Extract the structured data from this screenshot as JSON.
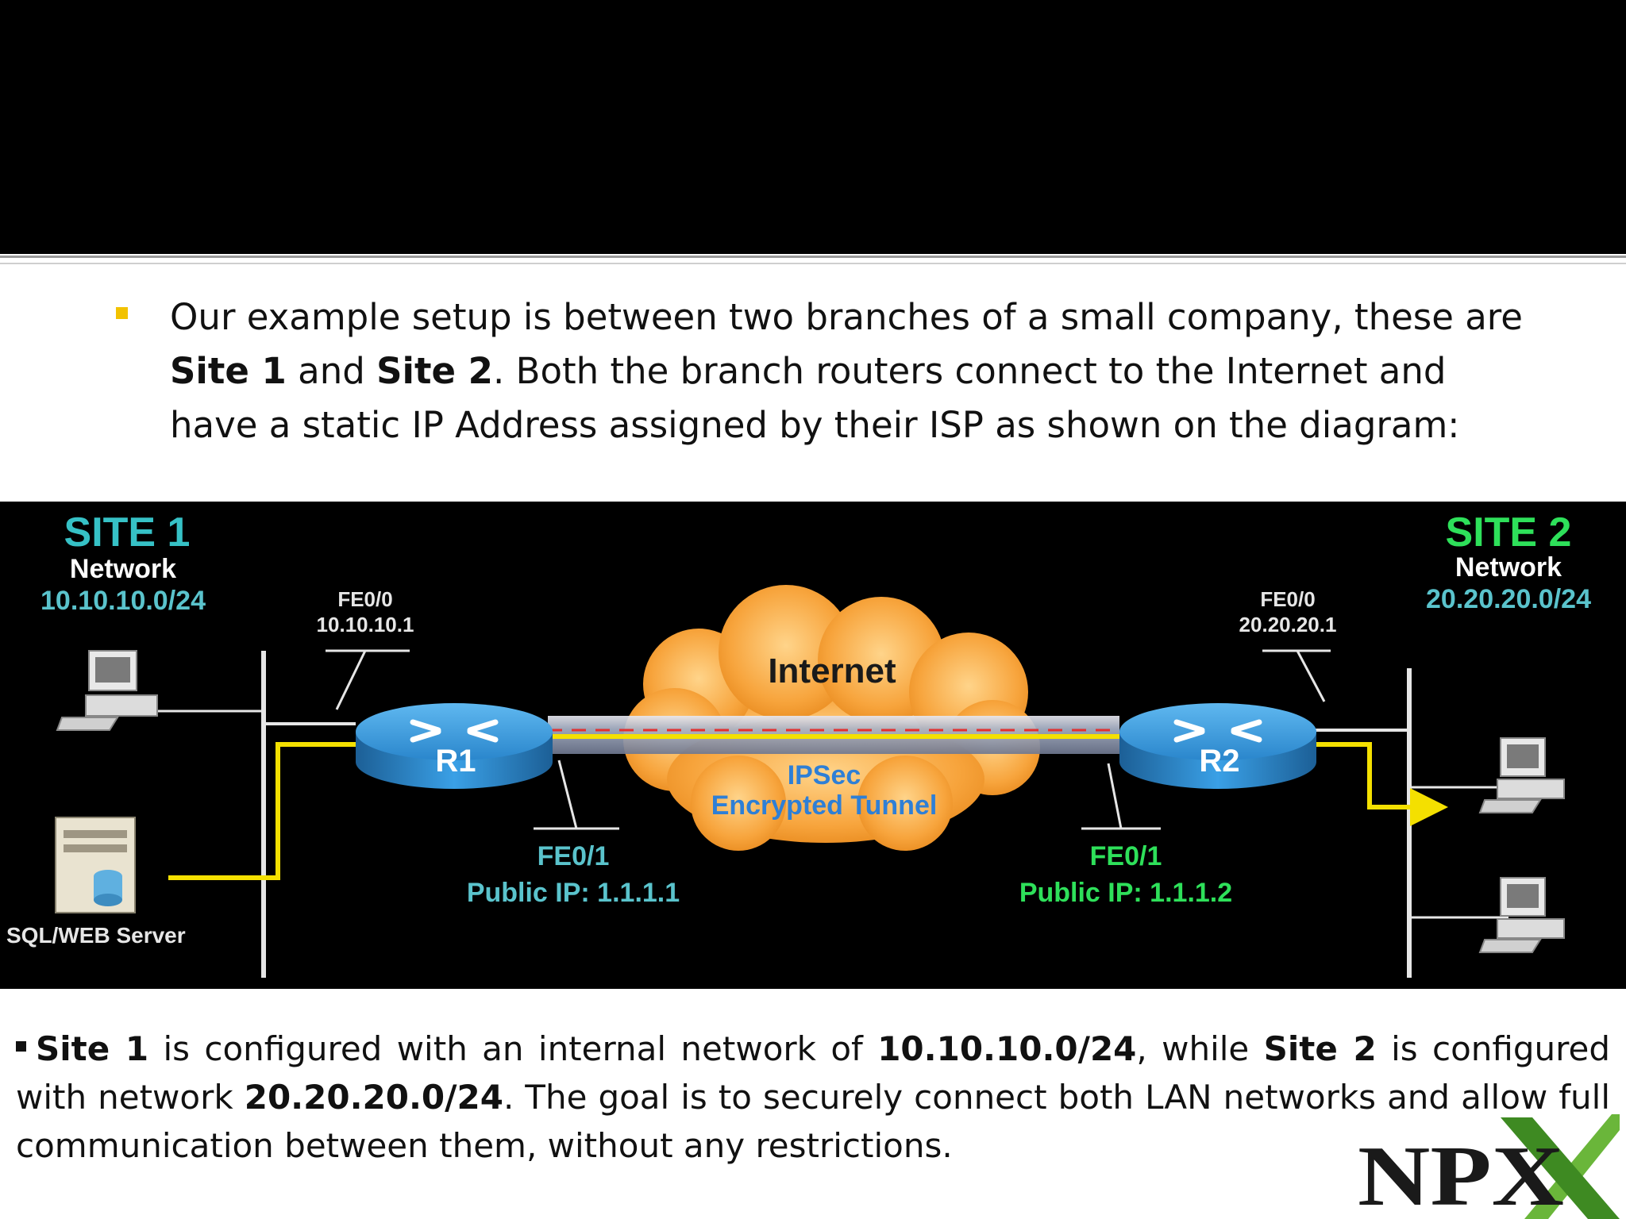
{
  "intro": {
    "part1": "Our example setup is between two branches of a small company, these are ",
    "site1": "Site 1",
    "and": " and ",
    "site2": "Site 2",
    "part2": ". Both the branch routers connect to the Internet and have a static IP Address assigned by their ISP as shown on the diagram:"
  },
  "diagram": {
    "site1": {
      "title": "SITE 1",
      "subtitle": "Network",
      "network": "10.10.10.0/24",
      "title_color": "#36c1c6"
    },
    "site2": {
      "title": "SITE 2",
      "subtitle": "Network",
      "network": "20.20.20.0/24",
      "title_color": "#2ee05a"
    },
    "r1": {
      "name": "R1",
      "fe00": "FE0/0",
      "fe00_ip": "10.10.10.1",
      "fe01": "FE0/1",
      "public": "Public IP: 1.1.1.1"
    },
    "r2": {
      "name": "R2",
      "fe00": "FE0/0",
      "fe00_ip": "20.20.20.1",
      "fe01": "FE0/1",
      "public": "Public IP: 1.1.1.2"
    },
    "cloud_label": "Internet",
    "tunnel_line1": "IPSec",
    "tunnel_line2": "Encrypted Tunnel",
    "server_label": "SQL/WEB Server",
    "colors": {
      "router": "#2f93d8",
      "cloud": "#f7a43c",
      "path": "#f4e000",
      "label_cyan": "#5ac3cc",
      "ip_white": "#e6e6e6"
    }
  },
  "summary": {
    "site1": "Site 1",
    "t1": " is configured with an internal network of ",
    "net1": "10.10.10.0/24",
    "t2": ", while ",
    "site2": "Site 2",
    "t3": " is configured with network ",
    "net2": "20.20.20.0/24",
    "t4": ". The goal is to securely connect both LAN networks and allow full communication between them, without any restrictions."
  },
  "logo": {
    "text": "NPX"
  }
}
